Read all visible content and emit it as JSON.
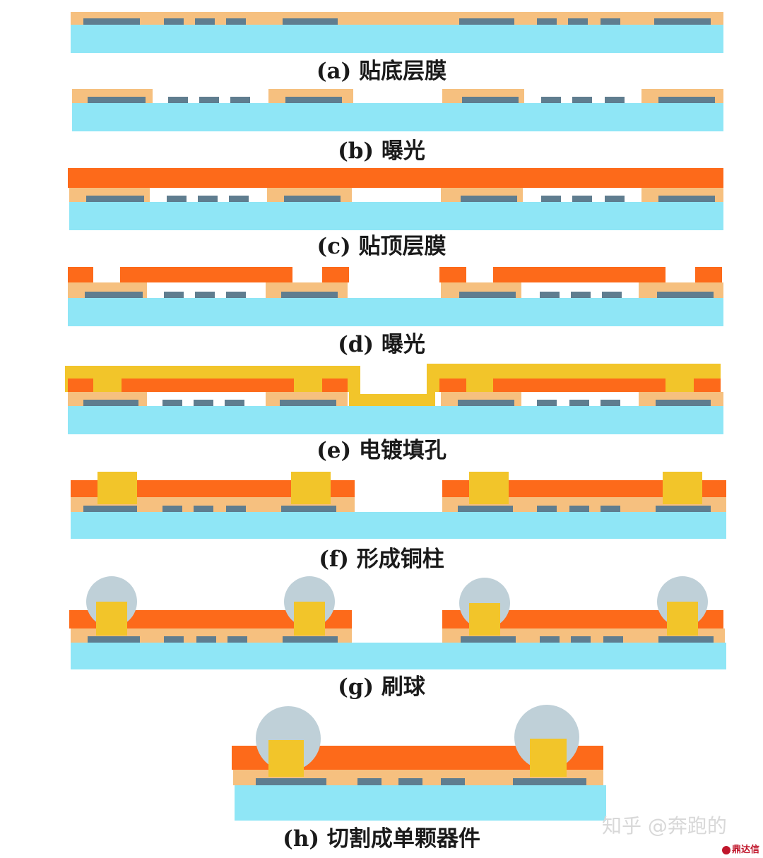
{
  "colors": {
    "substrate": "#8fe6f6",
    "bottom_film": "#f6c07f",
    "trace": "#5f7d8f",
    "top_film": "#fd6a1a",
    "copper_fill": "#f2c52a",
    "solder_ball": "#bfd0d8"
  },
  "steps": [
    {
      "caption": "(a) 贴底层膜"
    },
    {
      "caption": "(b) 曝光"
    },
    {
      "caption": "(c) 贴顶层膜"
    },
    {
      "caption": "(d) 曝光"
    },
    {
      "caption": "(e) 电镀填孔"
    },
    {
      "caption": "(f) 形成铜柱"
    },
    {
      "caption": "(g) 刷球"
    },
    {
      "caption": "(h) 切割成单颗器件"
    }
  ],
  "watermark": "知乎 @奔跑的",
  "logo_text": "鼎达信"
}
